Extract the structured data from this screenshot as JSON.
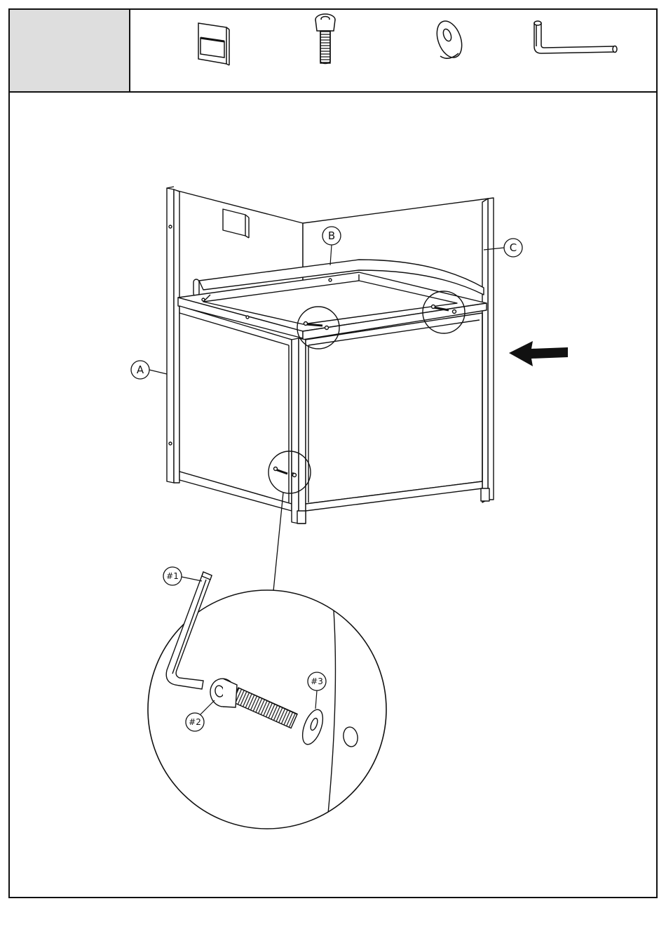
{
  "header": {
    "step_number": "",
    "parts": [
      {
        "icon": "bracket-icon"
      },
      {
        "icon": "bolt-icon"
      },
      {
        "icon": "washer-icon"
      },
      {
        "icon": "allen-key-icon"
      }
    ]
  },
  "labels": {
    "panel_a": "A",
    "panel_b": "B",
    "panel_c": "C",
    "part_1": "#1",
    "part_2": "#2",
    "part_3": "#3"
  },
  "colors": {
    "line": "#111111",
    "header_fill": "#dedede",
    "background": "#ffffff"
  }
}
